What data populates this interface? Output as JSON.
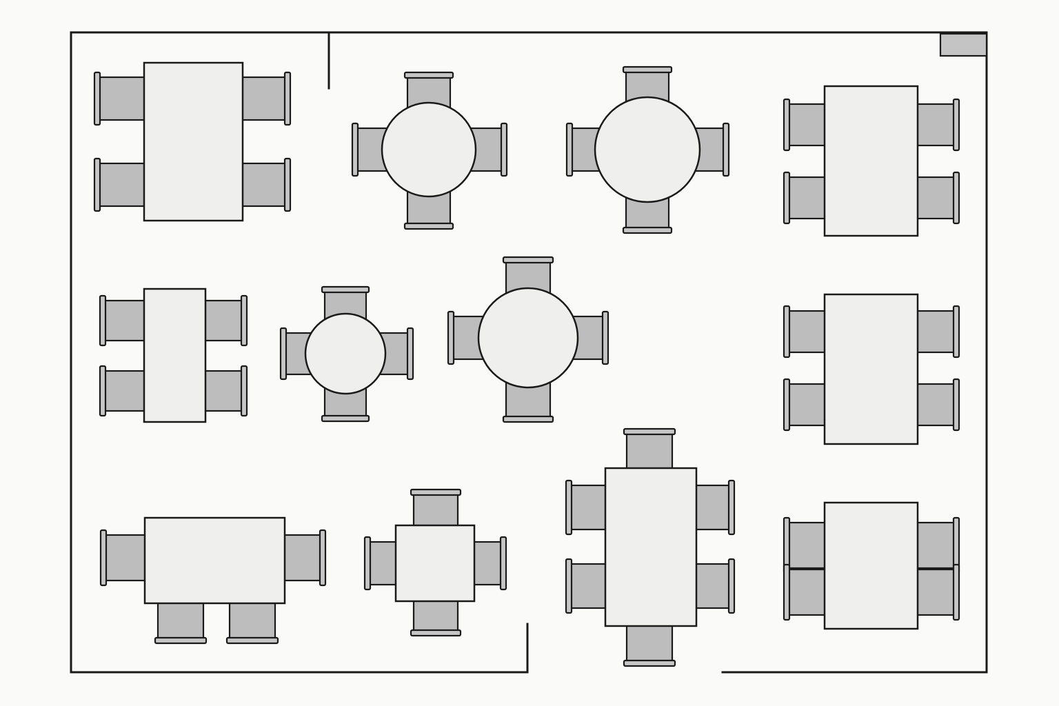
{
  "floor_plan": {
    "tables": [
      {
        "id": "table-1",
        "shape": "rectangle",
        "seats": 4
      },
      {
        "id": "table-2",
        "shape": "round",
        "seats": 4
      },
      {
        "id": "table-3",
        "shape": "round",
        "seats": 4
      },
      {
        "id": "table-4",
        "shape": "rectangle",
        "seats": 4
      },
      {
        "id": "table-5",
        "shape": "rectangle",
        "seats": 4
      },
      {
        "id": "table-6",
        "shape": "round",
        "seats": 4
      },
      {
        "id": "table-7",
        "shape": "round",
        "seats": 4
      },
      {
        "id": "table-8",
        "shape": "rectangle",
        "seats": 4
      },
      {
        "id": "table-9",
        "shape": "rectangle",
        "seats": 4
      },
      {
        "id": "table-10",
        "shape": "square",
        "seats": 4
      },
      {
        "id": "table-11",
        "shape": "rectangle",
        "seats": 6
      },
      {
        "id": "table-12",
        "shape": "rectangle",
        "seats": 4
      }
    ],
    "colors": {
      "background": "#fafaf8",
      "table": "#efefed",
      "chair": "#bdbdbd",
      "line": "#1a1a1a"
    }
  }
}
